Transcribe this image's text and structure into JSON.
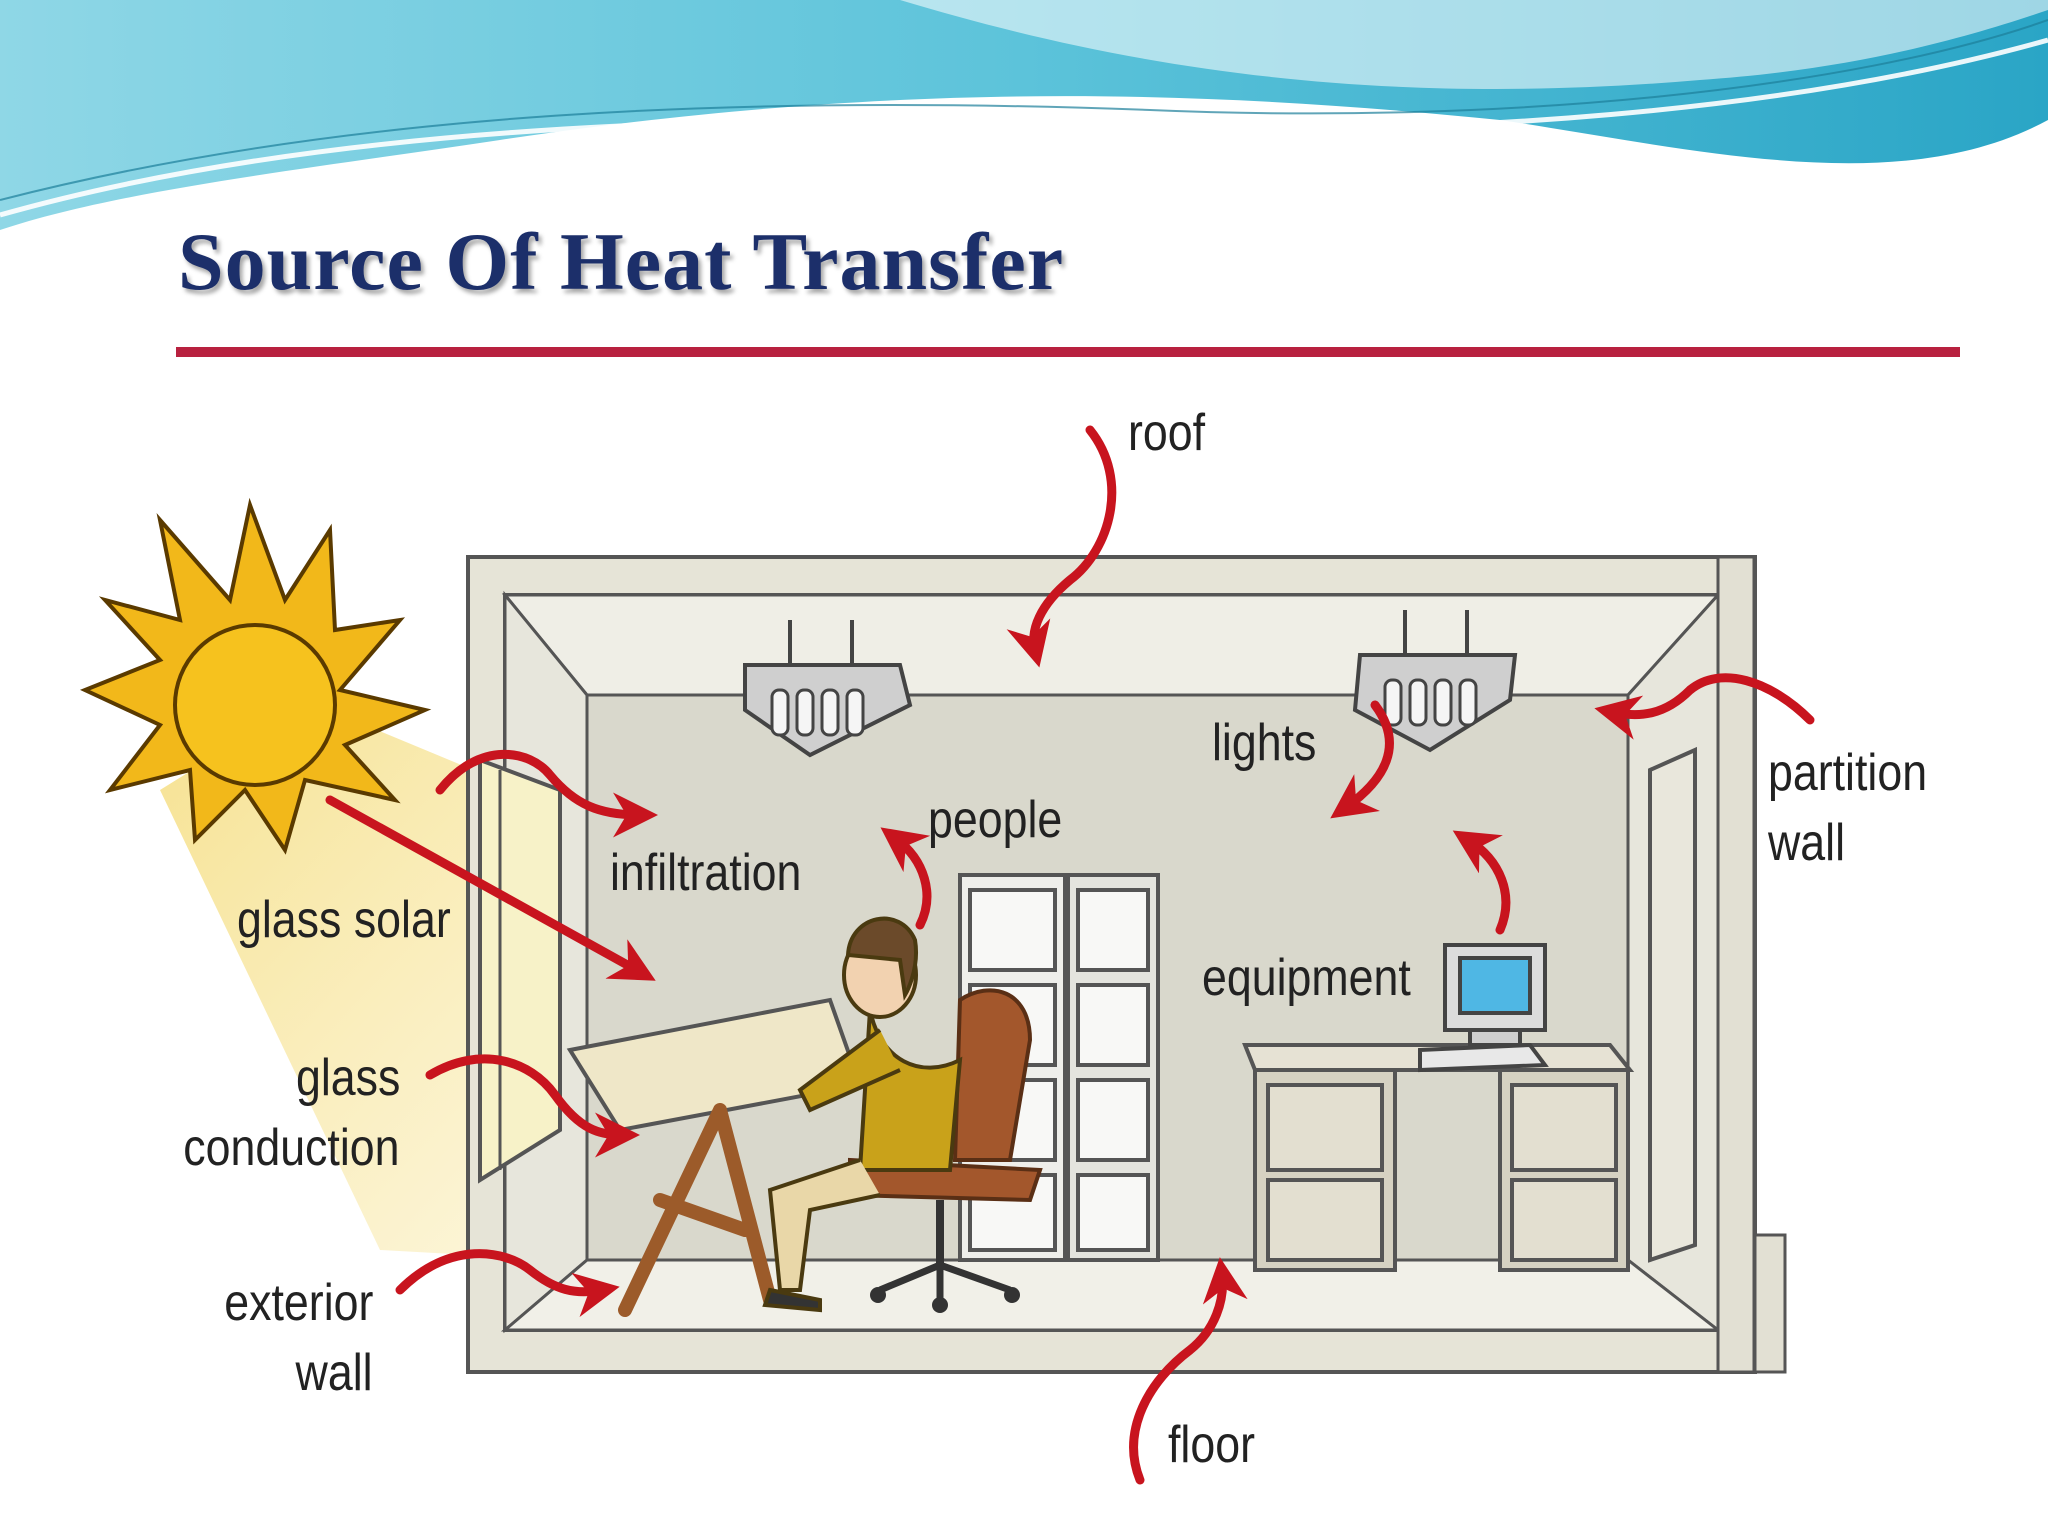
{
  "slide": {
    "title": "Source Of Heat Transfer"
  },
  "diagram": {
    "labels": {
      "roof": "roof",
      "lights": "lights",
      "partition_wall": [
        "partition",
        "wall"
      ],
      "people": "people",
      "infiltration": "infiltration",
      "glass_solar": "glass solar",
      "glass_conduction": [
        "glass",
        "conduction"
      ],
      "equipment": "equipment",
      "exterior_wall": [
        "exterior",
        "wall"
      ],
      "floor": "floor"
    }
  },
  "colors": {
    "title": "#1c2f6a",
    "rule": "#b8213f",
    "arrow": "#c8141e",
    "sun": "#f2b81a",
    "wall": "#e6e4d7",
    "back_wall": "#d9d8cc",
    "wave": "#5fc6dc"
  }
}
